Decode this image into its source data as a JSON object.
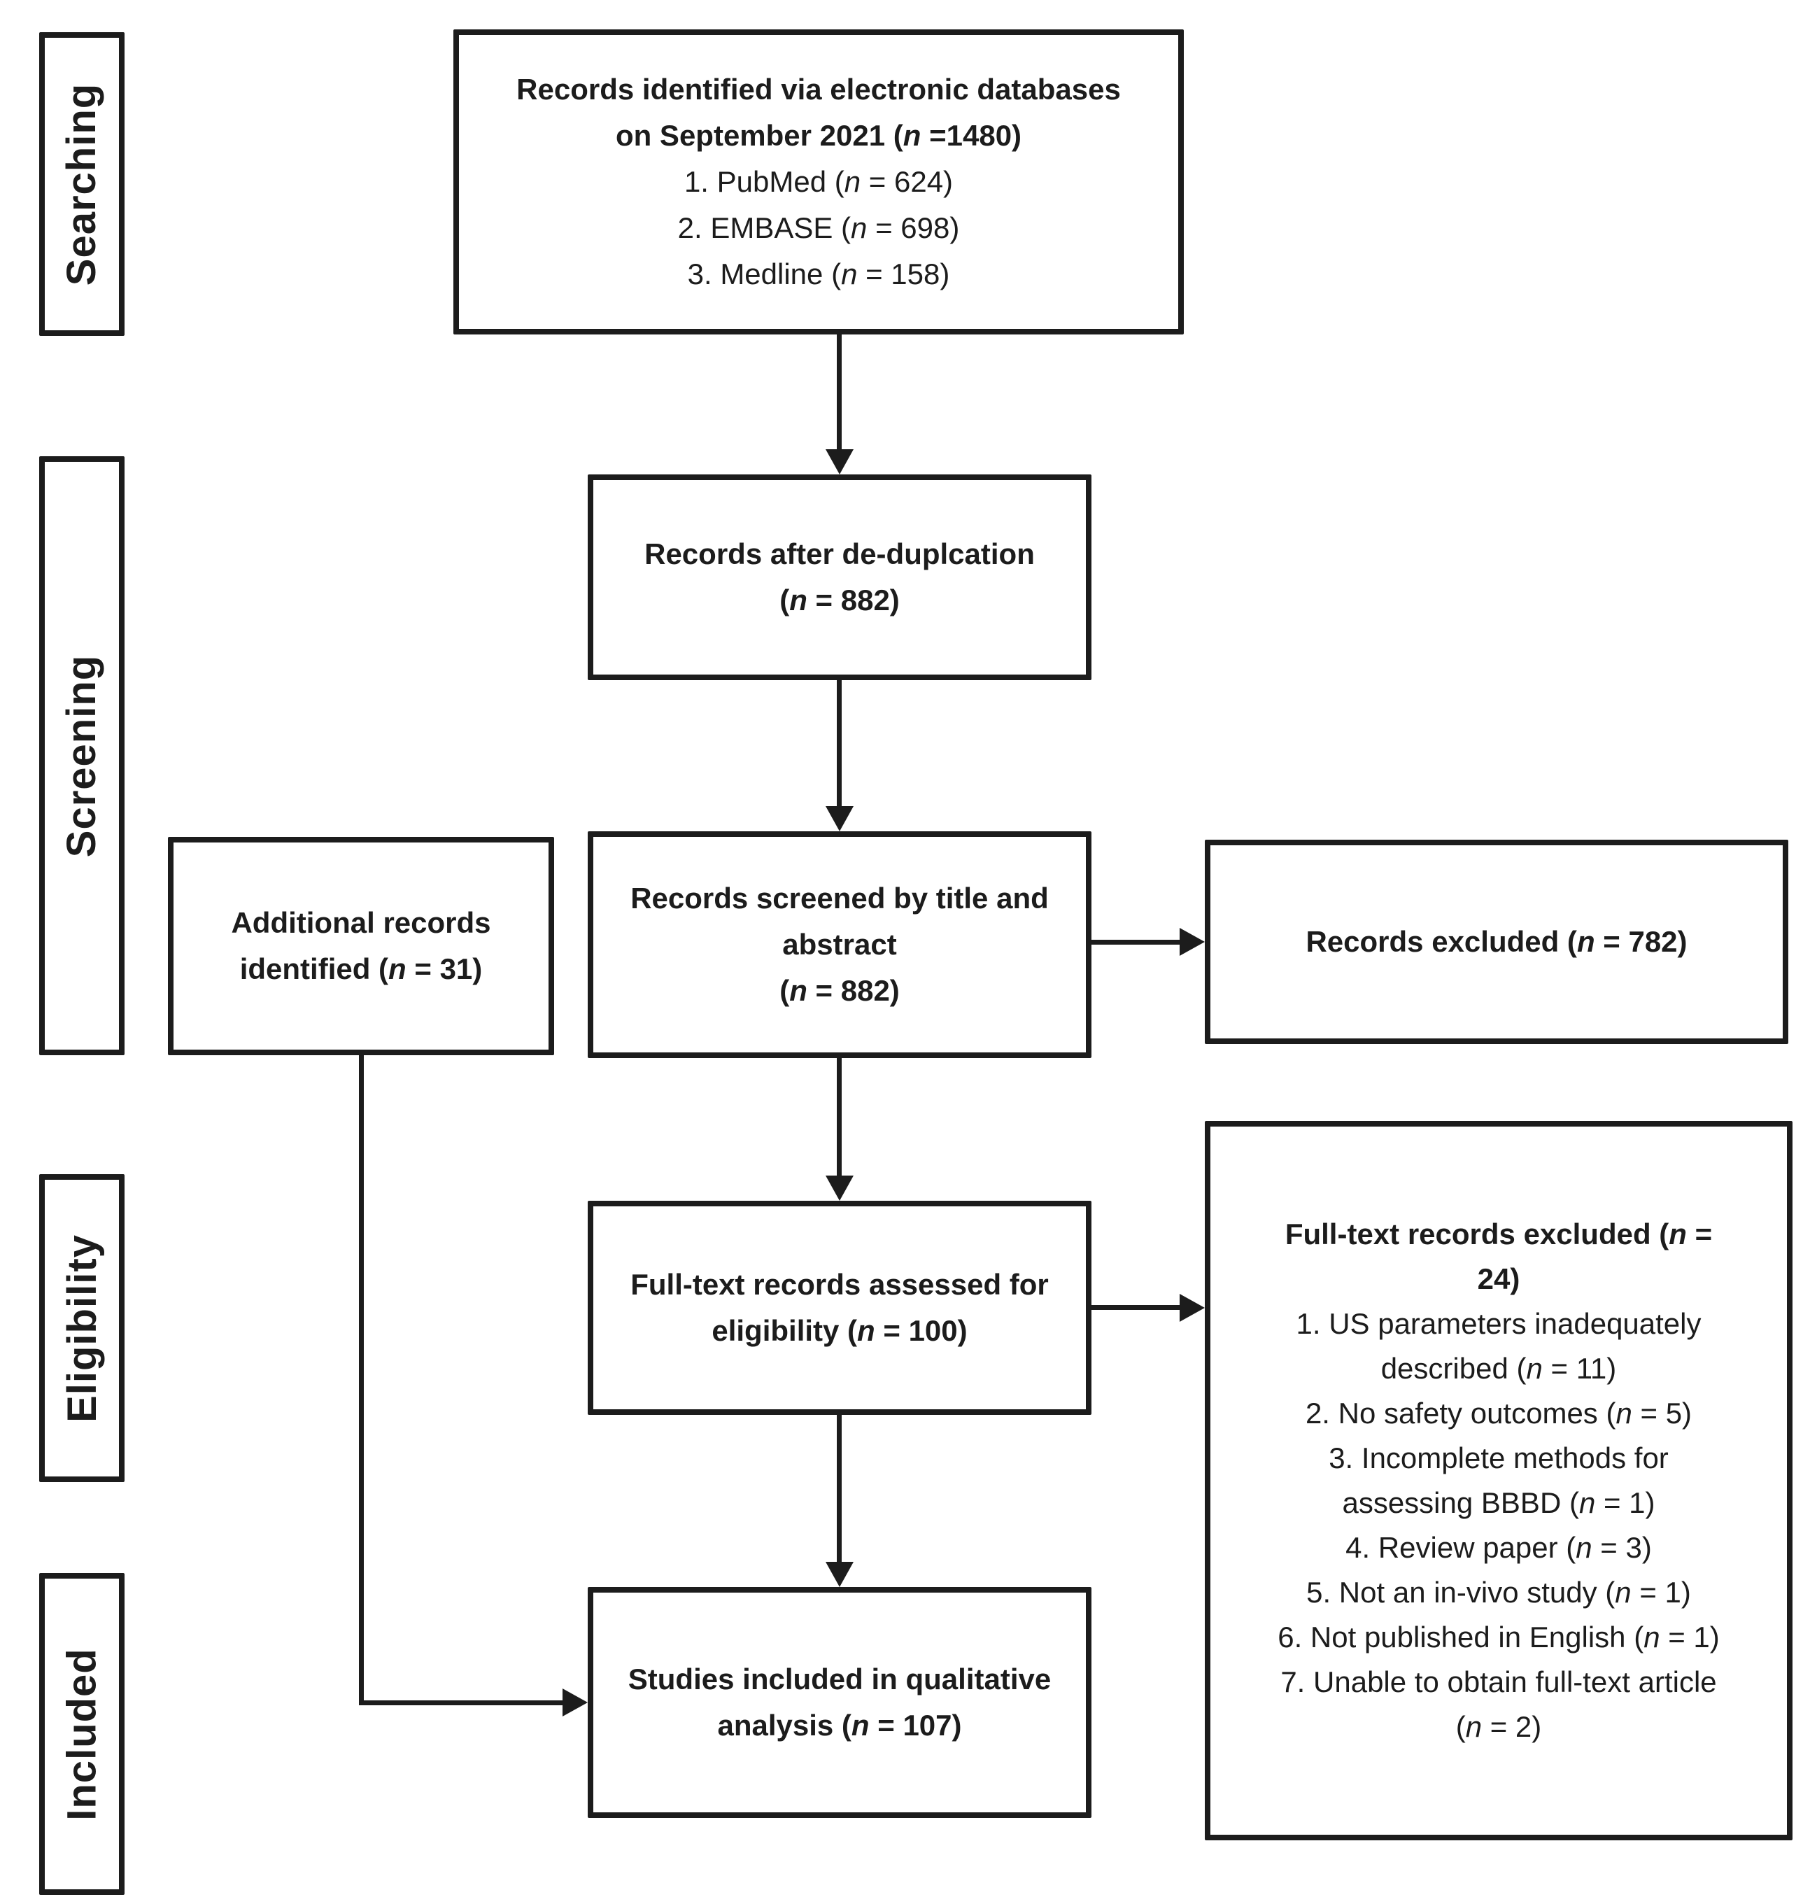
{
  "diagram": {
    "title": "PRISMA study selection flow diagram",
    "colors": {
      "ink": "#1c1c1c",
      "background": "#ffffff"
    },
    "stages": [
      {
        "id": "searching",
        "label": "Searching"
      },
      {
        "id": "screening",
        "label": "Screening"
      },
      {
        "id": "eligibility",
        "label": "Eligibility"
      },
      {
        "id": "included",
        "label": "Included"
      }
    ],
    "boxes": {
      "identified": {
        "lines": [
          "Records identified via electronic databases",
          "on September 2021 (n =1480)"
        ],
        "items": [
          "1. PubMed (n = 624)",
          "2. EMBASE (n = 698)",
          "3. Medline (n = 158)"
        ]
      },
      "dedup": {
        "lines": [
          "Records after de-duplcation",
          "(n = 882)"
        ]
      },
      "screened": {
        "lines": [
          "Records screened by title and",
          "abstract",
          "(n = 882)"
        ]
      },
      "additional": {
        "lines": [
          "Additional records",
          "identified (n = 31)"
        ]
      },
      "excluded": {
        "lines": [
          "Records excluded (n = 782)"
        ]
      },
      "fulltext": {
        "lines": [
          "Full-text records assessed for",
          "eligibility (n = 100)"
        ]
      },
      "ft_excluded": {
        "title_lines": [
          "Full-text records excluded (n =",
          "24)"
        ],
        "items": [
          [
            "1. US parameters inadequately",
            "described (n = 11)"
          ],
          [
            "2. No safety outcomes (n = 5)"
          ],
          [
            "3. Incomplete methods for",
            "assessing BBBD (n = 1)"
          ],
          [
            "4. Review paper (n = 3)"
          ],
          [
            "5. Not an in-vivo study (n = 1)"
          ],
          [
            "6. Not published in English (n = 1)"
          ],
          [
            "7. Unable to obtain full-text article",
            "(n = 2)"
          ]
        ]
      },
      "studies": {
        "lines": [
          "Studies included in qualitative",
          "analysis (n = 107)"
        ]
      }
    }
  }
}
